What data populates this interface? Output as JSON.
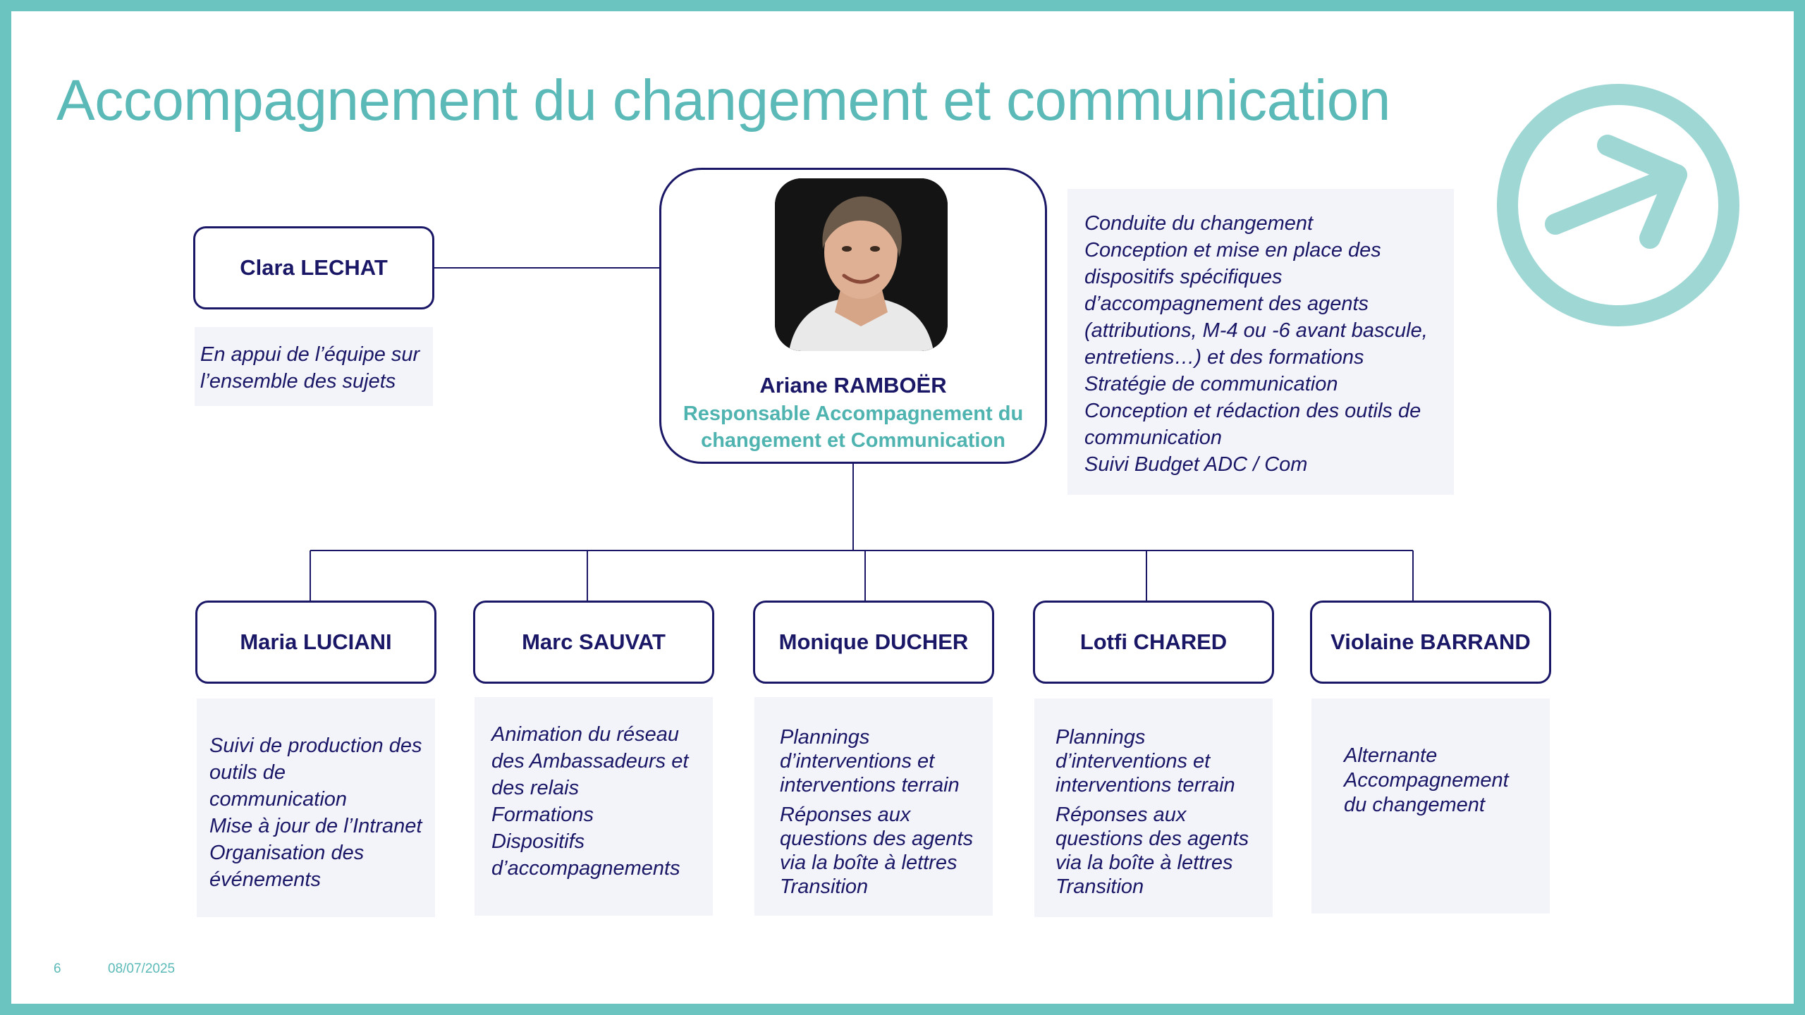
{
  "slide": {
    "title": "Accompagnement du changement et communication",
    "page_number": "6",
    "date": "08/07/2025",
    "logo_icon": "arrow-circle-icon"
  },
  "colors": {
    "teal": "#6cc4c1",
    "title_teal": "#5bbab8",
    "navy": "#1a1766",
    "desc_bg": "#f3f3fa"
  },
  "manager": {
    "name": "Ariane RAMBOËR",
    "role_lines": [
      "Responsable Accompagnement du",
      "changement et Communication"
    ],
    "missions": [
      "Conduite du changement",
      "Conception et mise en place des",
      "dispositifs spécifiques",
      "d’accompagnement des agents",
      "(attributions, M-4 ou -6 avant bascule,",
      "entretiens…) et des formations",
      "Stratégie de communication",
      "Conception et rédaction des outils de",
      "communication",
      "Suivi Budget ADC / Com"
    ]
  },
  "support": {
    "name": "Clara LECHAT",
    "desc": [
      "En appui de l’équipe sur",
      "l’ensemble des sujets"
    ]
  },
  "team": [
    {
      "name": "Maria LUCIANI",
      "desc": [
        "Suivi de production des",
        "outils de",
        "communication",
        "Mise à jour de l’Intranet",
        "Organisation des",
        "événements"
      ]
    },
    {
      "name": "Marc SAUVAT",
      "desc": [
        "Animation du réseau",
        "des Ambassadeurs et",
        "des relais",
        "Formations",
        "Dispositifs",
        "d’accompagnements"
      ]
    },
    {
      "name": "Monique DUCHER",
      "desc1": [
        "Plannings",
        "d’interventions et",
        "interventions terrain"
      ],
      "desc2": [
        "Réponses aux",
        "questions des agents",
        "via la boîte à lettres",
        "Transition"
      ]
    },
    {
      "name": "Lotfi CHARED",
      "desc1": [
        "Plannings",
        "d’interventions et",
        "interventions terrain"
      ],
      "desc2": [
        "Réponses aux",
        "questions des agents",
        "via la boîte à lettres",
        "Transition"
      ]
    },
    {
      "name": "Violaine BARRAND",
      "desc": [
        "Alternante",
        "Accompagnement",
        "du changement"
      ]
    }
  ]
}
